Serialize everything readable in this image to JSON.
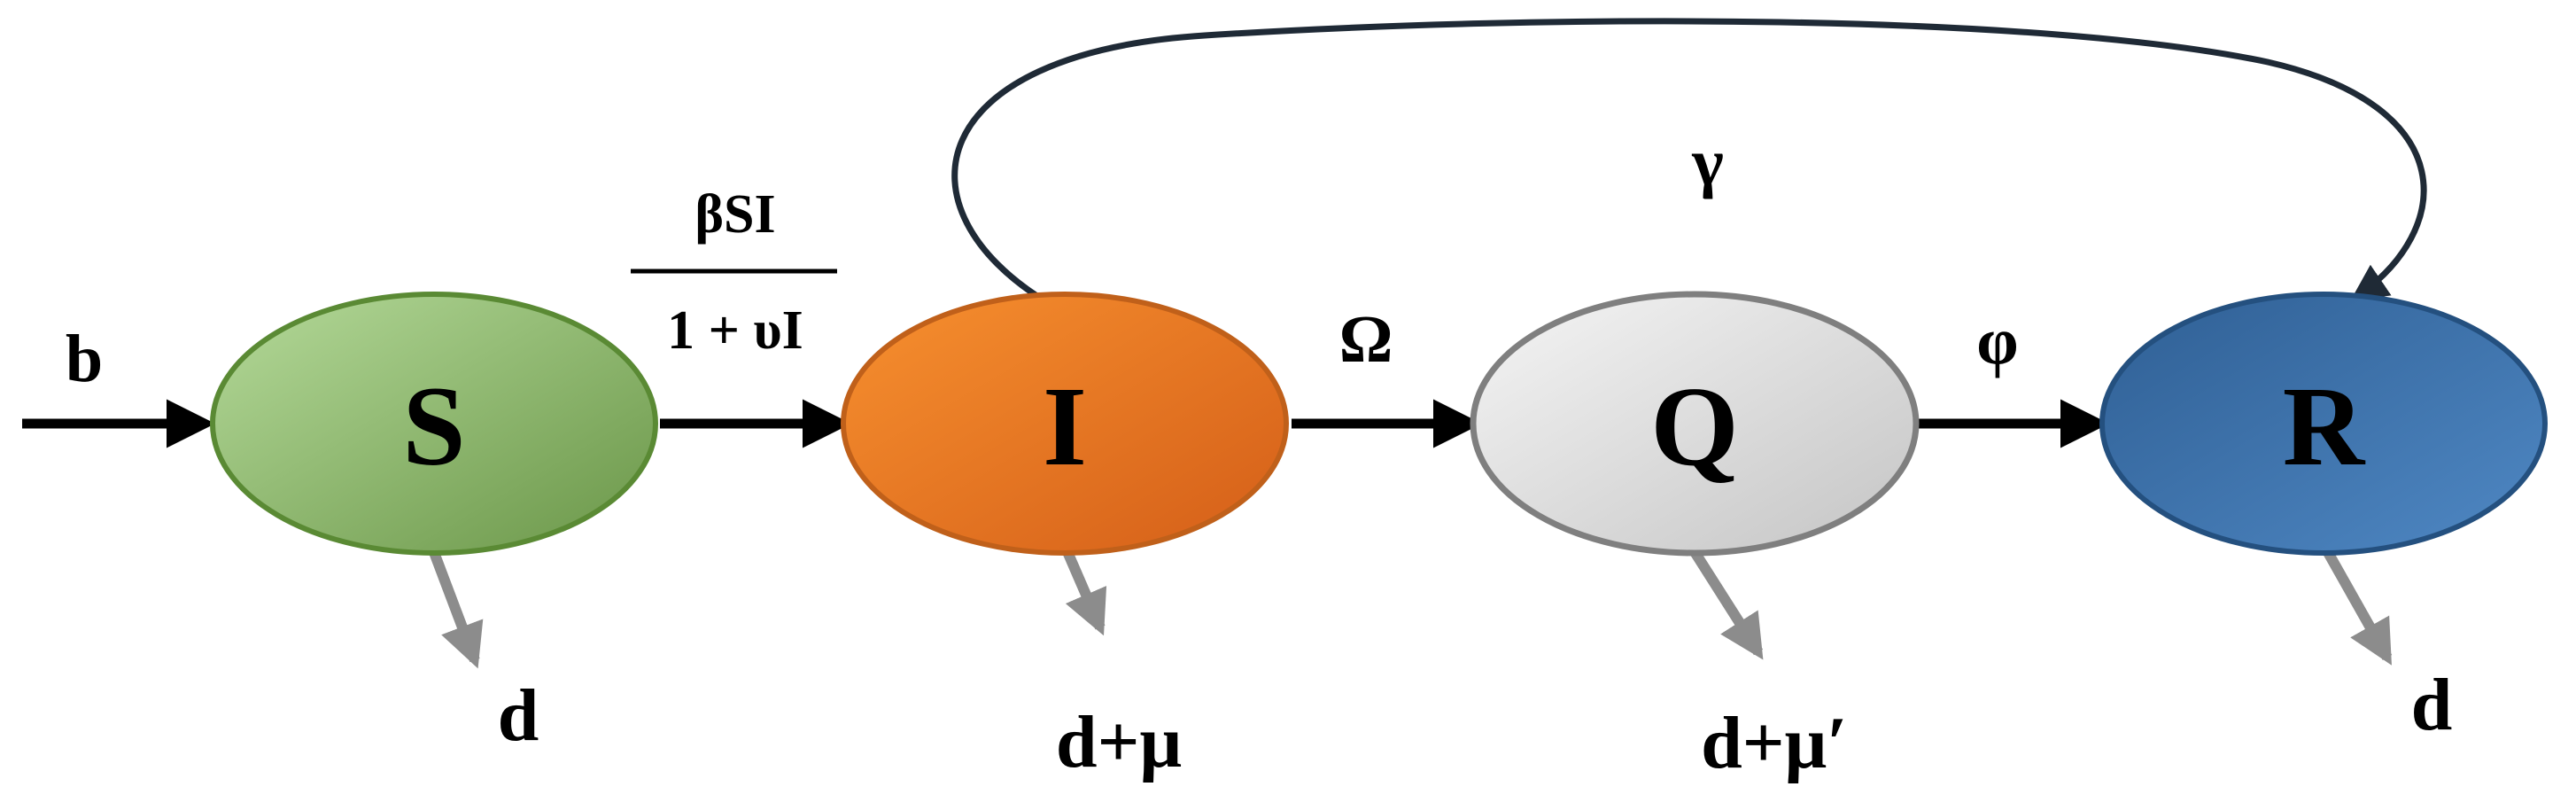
{
  "diagram": {
    "type": "compartment-flow",
    "nodes": [
      {
        "id": "S",
        "label": "S",
        "fill_light": "#a9d08e",
        "fill_dark": "#6e9b4c",
        "stroke": "#5a8a34"
      },
      {
        "id": "I",
        "label": "I",
        "fill_light": "#f58a2c",
        "fill_dark": "#d8611a",
        "stroke": "#c0601a"
      },
      {
        "id": "Q",
        "label": "Q",
        "fill_light": "#f2f2f2",
        "fill_dark": "#c9c9c9",
        "stroke": "#7f7f7f"
      },
      {
        "id": "R",
        "label": "R",
        "fill_light": "#4e86c2",
        "fill_dark": "#2d5f96",
        "stroke": "#24507f"
      }
    ],
    "flows": [
      {
        "from": "external",
        "to": "S",
        "label": "b"
      },
      {
        "from": "S",
        "to": "I",
        "label_numerator": "βSI",
        "label_denominator": "1 + υI"
      },
      {
        "from": "I",
        "to": "Q",
        "label": "Ω"
      },
      {
        "from": "Q",
        "to": "R",
        "label": "φ"
      },
      {
        "from": "I",
        "to": "R",
        "label": "γ"
      }
    ],
    "outflows": [
      {
        "from": "S",
        "label": "d"
      },
      {
        "from": "I",
        "label": "d+μ"
      },
      {
        "from": "Q",
        "label": "d+μ′"
      },
      {
        "from": "R",
        "label": "d"
      }
    ],
    "colors": {
      "main_arrow": "#000000",
      "loop_arrow": "#1f2a36",
      "death_arrow": "#8c8c8c"
    }
  }
}
